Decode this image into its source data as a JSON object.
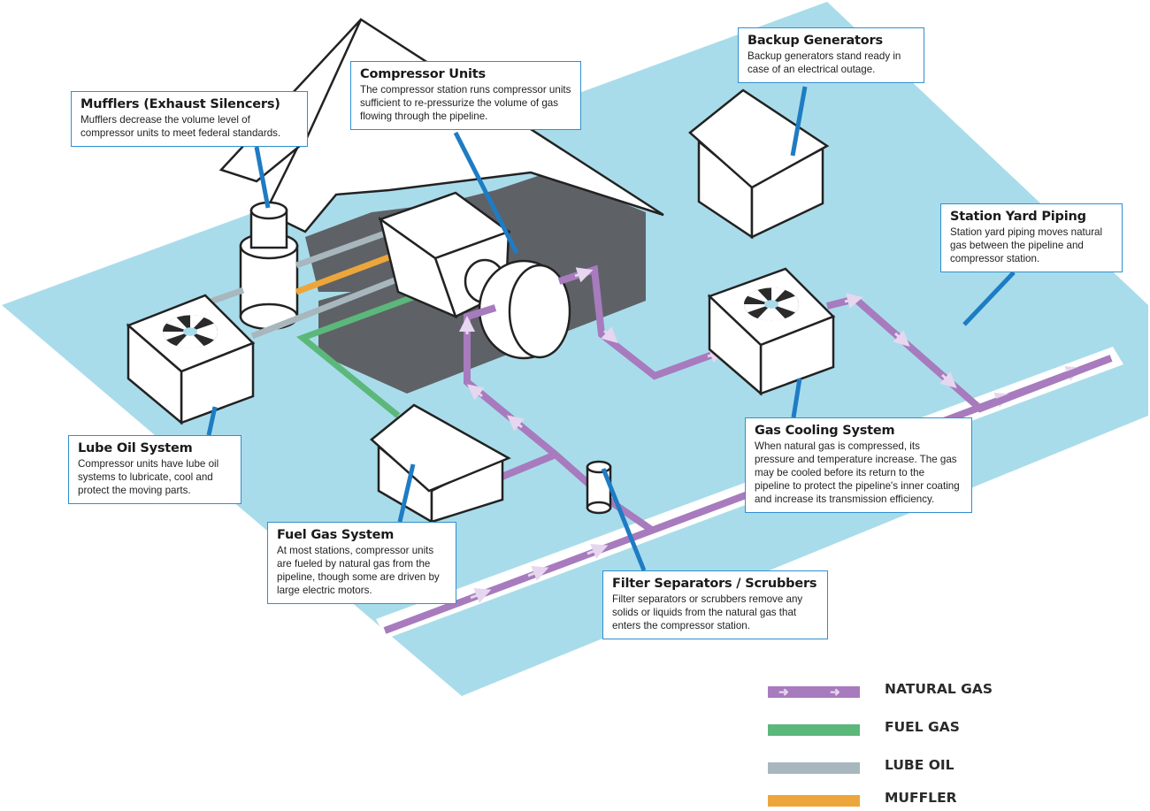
{
  "colors": {
    "ground": "#a9dcea",
    "natural_gas": "#a77bbd",
    "fuel_gas": "#5cb77b",
    "lube_oil": "#a8b7bd",
    "muffler": "#eda63b",
    "leader": "#1e7cc4",
    "building_dark": "#5e6266"
  },
  "callouts": {
    "mufflers": {
      "title": "Mufflers (Exhaust Silencers)",
      "text": "Mufflers decrease the volume level of compressor units to meet federal standards."
    },
    "compressor": {
      "title": "Compressor Units",
      "text": "The compressor station runs compressor units sufficient to re-pressurize the volume of gas flowing through the pipeline."
    },
    "backup": {
      "title": "Backup Generators",
      "text": "Backup generators stand ready in case of an electrical outage."
    },
    "yard": {
      "title": "Station Yard Piping",
      "text": "Station yard piping moves natural gas between the pipeline and compressor station."
    },
    "lube": {
      "title": "Lube Oil System",
      "text": "Compressor units have lube oil systems to lubricate, cool and protect the moving parts."
    },
    "cooling": {
      "title": "Gas Cooling System",
      "text": "When natural gas is compressed, its pressure and temperature increase. The gas may be cooled before its return to the pipeline to protect the pipeline's inner coating and increase its transmission efficiency."
    },
    "fuel": {
      "title": "Fuel Gas System",
      "text": "At most stations, compressor units are fueled by natural gas from the pipeline, though some are driven by large electric motors."
    },
    "filter": {
      "title": "Filter Separators / Scrubbers",
      "text": "Filter separators or scrubbers remove any solids or liquids from the natural gas that enters the compressor station."
    }
  },
  "legend": [
    {
      "label": "NATURAL GAS",
      "color": "#a77bbd"
    },
    {
      "label": "FUEL GAS",
      "color": "#5cb77b"
    },
    {
      "label": "LUBE OIL",
      "color": "#a8b7bd"
    },
    {
      "label": "MUFFLER",
      "color": "#eda63b"
    }
  ]
}
